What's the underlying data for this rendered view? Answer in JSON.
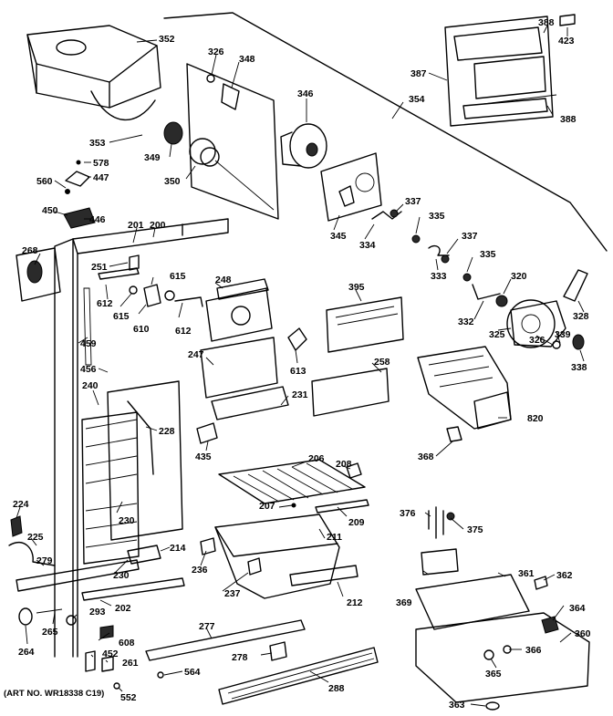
{
  "art_note": "(ART NO. WR18338 C19)",
  "labels": {
    "p352": "352",
    "p326a": "326",
    "p348": "348",
    "p346": "346",
    "p388a": "388",
    "p423": "423",
    "p387": "387",
    "p354": "354",
    "p388b": "388",
    "p353": "353",
    "p349": "349",
    "p350": "350",
    "p578": "578",
    "p447": "447",
    "p560": "560",
    "p450": "450",
    "p446": "446",
    "p201": "201",
    "p200": "200",
    "p345": "345",
    "p334": "334",
    "p337a": "337",
    "p335a": "335",
    "p337b": "337",
    "p335b": "335",
    "p333": "333",
    "p268": "268",
    "p251": "251",
    "p615a": "615",
    "p248": "248",
    "p612a": "612",
    "p615b": "615",
    "p610": "610",
    "p612b": "612",
    "p395": "395",
    "p320": "320",
    "p332": "332",
    "p328": "328",
    "p325": "325",
    "p326b": "326",
    "p339": "339",
    "p338": "338",
    "p459": "459",
    "p247": "247",
    "p613": "613",
    "p456": "456",
    "p258": "258",
    "p240": "240",
    "p231": "231",
    "p228": "228",
    "p820": "820",
    "p435": "435",
    "p368": "368",
    "p206": "206",
    "p208": "208",
    "p224": "224",
    "p230a": "230",
    "p207": "207",
    "p209": "209",
    "p376": "376",
    "p375": "375",
    "p225": "225",
    "p214": "214",
    "p211": "211",
    "p279": "279",
    "p236": "236",
    "p230b": "230",
    "p361": "361",
    "p362": "362",
    "p237": "237",
    "p212": "212",
    "p369": "369",
    "p202": "202",
    "p293": "293",
    "p364": "364",
    "p265": "265",
    "p277": "277",
    "p608": "608",
    "p360": "360",
    "p264": "264",
    "p452": "452",
    "p261": "261",
    "p278": "278",
    "p366": "366",
    "p564": "564",
    "p365": "365",
    "p288": "288",
    "p552": "552",
    "p363": "363"
  }
}
